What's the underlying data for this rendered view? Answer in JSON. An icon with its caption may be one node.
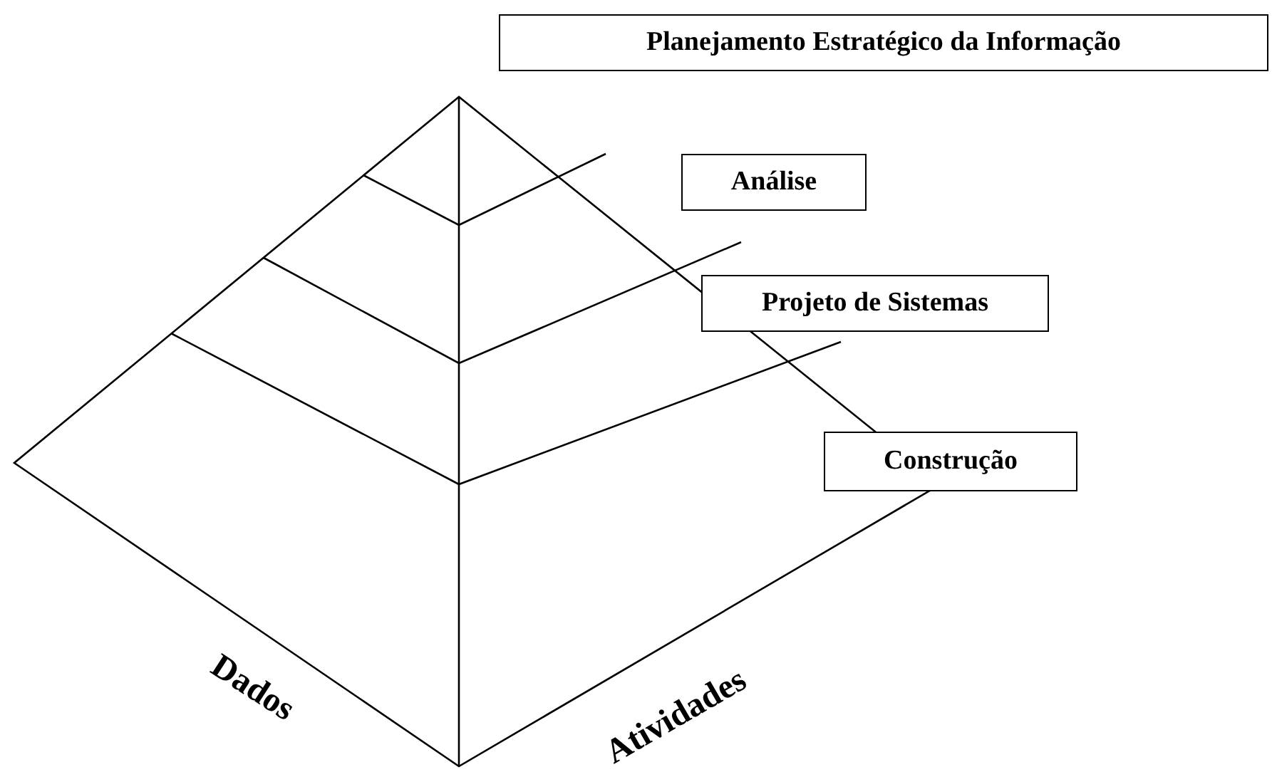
{
  "diagram": {
    "nodes": [
      {
        "text": [
          "Planejamento Estratégico da Informação"
        ]
      },
      {
        "text": [
          "Análise"
        ]
      },
      {
        "text": [
          "Projeto de Sistemas"
        ]
      },
      {
        "text": [
          "Construção"
        ]
      }
    ],
    "labels": [
      "Dados",
      "Atividades"
    ]
  }
}
